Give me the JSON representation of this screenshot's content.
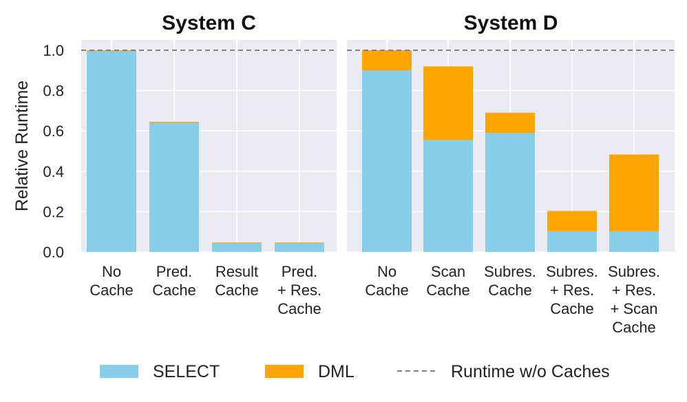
{
  "chart_data": {
    "type": "bar",
    "stacked": true,
    "ylabel": "Relative Runtime",
    "ylim": [
      0,
      1.0
    ],
    "yticks": [
      0.0,
      0.2,
      0.4,
      0.6,
      0.8,
      1.0
    ],
    "grid": true,
    "reference_line": {
      "value": 1.0,
      "label": "Runtime w/o Caches",
      "style": "dashed",
      "color": "#808080"
    },
    "colors": {
      "SELECT": "#87CEEB",
      "DML": "#FFA500",
      "background": "#EAEAF2"
    },
    "legend": {
      "placement": "bottom",
      "entries": [
        "SELECT",
        "DML",
        "Runtime w/o Caches"
      ]
    },
    "panels": [
      {
        "title": "System C",
        "categories": [
          [
            "No",
            "Cache"
          ],
          [
            "Pred.",
            "Cache"
          ],
          [
            "Result",
            "Cache"
          ],
          [
            "Pred.",
            "+ Res.",
            "Cache"
          ]
        ],
        "series": [
          {
            "name": "SELECT",
            "values": [
              0.995,
              0.64,
              0.043,
              0.043
            ]
          },
          {
            "name": "DML",
            "values": [
              0.005,
              0.005,
              0.004,
              0.004
            ]
          }
        ]
      },
      {
        "title": "System D",
        "categories": [
          [
            "No",
            "Cache"
          ],
          [
            "Scan",
            "Cache"
          ],
          [
            "Subres.",
            "Cache"
          ],
          [
            "Subres.",
            "+ Res.",
            "Cache"
          ],
          [
            "Subres.",
            "+ Res.",
            "+ Scan",
            "Cache"
          ]
        ],
        "series": [
          {
            "name": "SELECT",
            "values": [
              0.9,
              0.555,
              0.59,
              0.103,
              0.103
            ]
          },
          {
            "name": "DML",
            "values": [
              0.1,
              0.365,
              0.1,
              0.1,
              0.38
            ]
          }
        ]
      }
    ]
  }
}
